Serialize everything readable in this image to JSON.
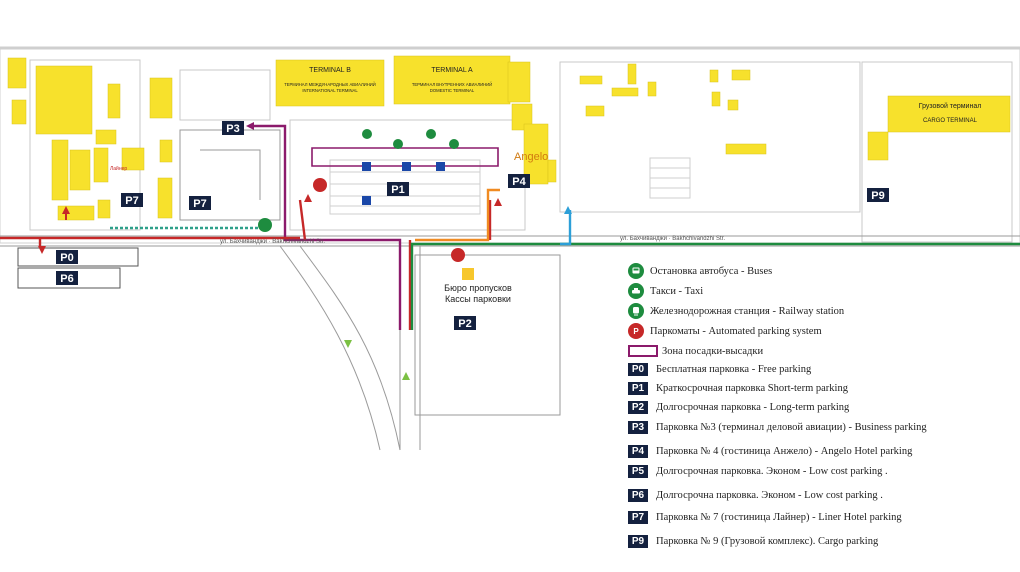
{
  "map": {
    "terminals": {
      "terminal_b_title": "TERMINAL B",
      "terminal_b_sub": "ТЕРМИНАЛ МЕЖДУНАРОДНЫХ АВИАЛИНИЙ",
      "terminal_b_sub2": "INTERNATIONAL TERMINAL",
      "terminal_a_title": "TERMINAL A",
      "terminal_a_sub": "ТЕРМИНАЛ ВНУТРЕННИХ АВИАЛИНИЙ",
      "terminal_a_sub2": "DOMESTIC TERMINAL",
      "cargo_ru": "Грузовой терминал",
      "cargo_en": "CARGO TERMINAL",
      "angelo": "Angelo",
      "liner_ru": "Лайнер",
      "office_ru": "Бюро пропусков",
      "office_ru2": "Кассы парковки",
      "street": "ул. Бахчиванджи · Bakhchivandzhi Str.",
      "street2": "ул. Бахчиванджи · Bakhchivandzhi Str."
    },
    "parking_labels": {
      "p0": "P0",
      "p1": "P1",
      "p2": "P2",
      "p3": "P3",
      "p4": "P4",
      "p6": "P6",
      "p7a": "P7",
      "p7b": "P7",
      "p9": "P9"
    },
    "colors": {
      "building": "#f7e12c",
      "parking_badge": "#14213f",
      "route_green": "#1e8c3f",
      "route_blue": "#2c9fd8",
      "route_orange": "#f08b22",
      "route_red": "#c62828",
      "route_purple": "#8b1a6b",
      "road_outline": "#9a9a9a"
    }
  },
  "legend": {
    "bus": "Остановка автобуса - Buses",
    "taxi": "Такси - Taxi",
    "rail": "Железнодорожная станция - Railway station",
    "parkomat": "Паркоматы - Automated parking system",
    "dropoff": "Зона посадки-высадки",
    "p0_badge": "P0",
    "p0": "Бесплатная парковка - Free parking",
    "p1_badge": "P1",
    "p1": "Краткосрочная парковка  Short-term parking",
    "p2_badge": "P2",
    "p2": "Долгосрочная парковка  - Long-term parking",
    "p3_badge": "P3",
    "p3": "Парковка №3 (терминал деловой авиации) - Business parking",
    "p4_badge": "P4",
    "p4": "Парковка  № 4 (гостиница Анжело) - Angelo Hotel parking",
    "p5_badge": "P5",
    "p5": "Долгосрочная парковка. Эконом   -   Low cost parking .",
    "p6_badge": "P6",
    "p6": "Долгосрочна парковка. Эконом   -   Low cost parking .",
    "p7_badge": "P7",
    "p7": "Парковка  № 7 (гостиница Лайнер) - Liner Hotel parking",
    "p9_badge": "P9",
    "p9": "Парковка  № 9 (Грузовой комплекс). Cargo parking",
    "icons": {
      "bus": "bus-icon",
      "taxi": "taxi-icon",
      "rail": "train-icon",
      "parkomat": "parking-meter-icon"
    }
  }
}
